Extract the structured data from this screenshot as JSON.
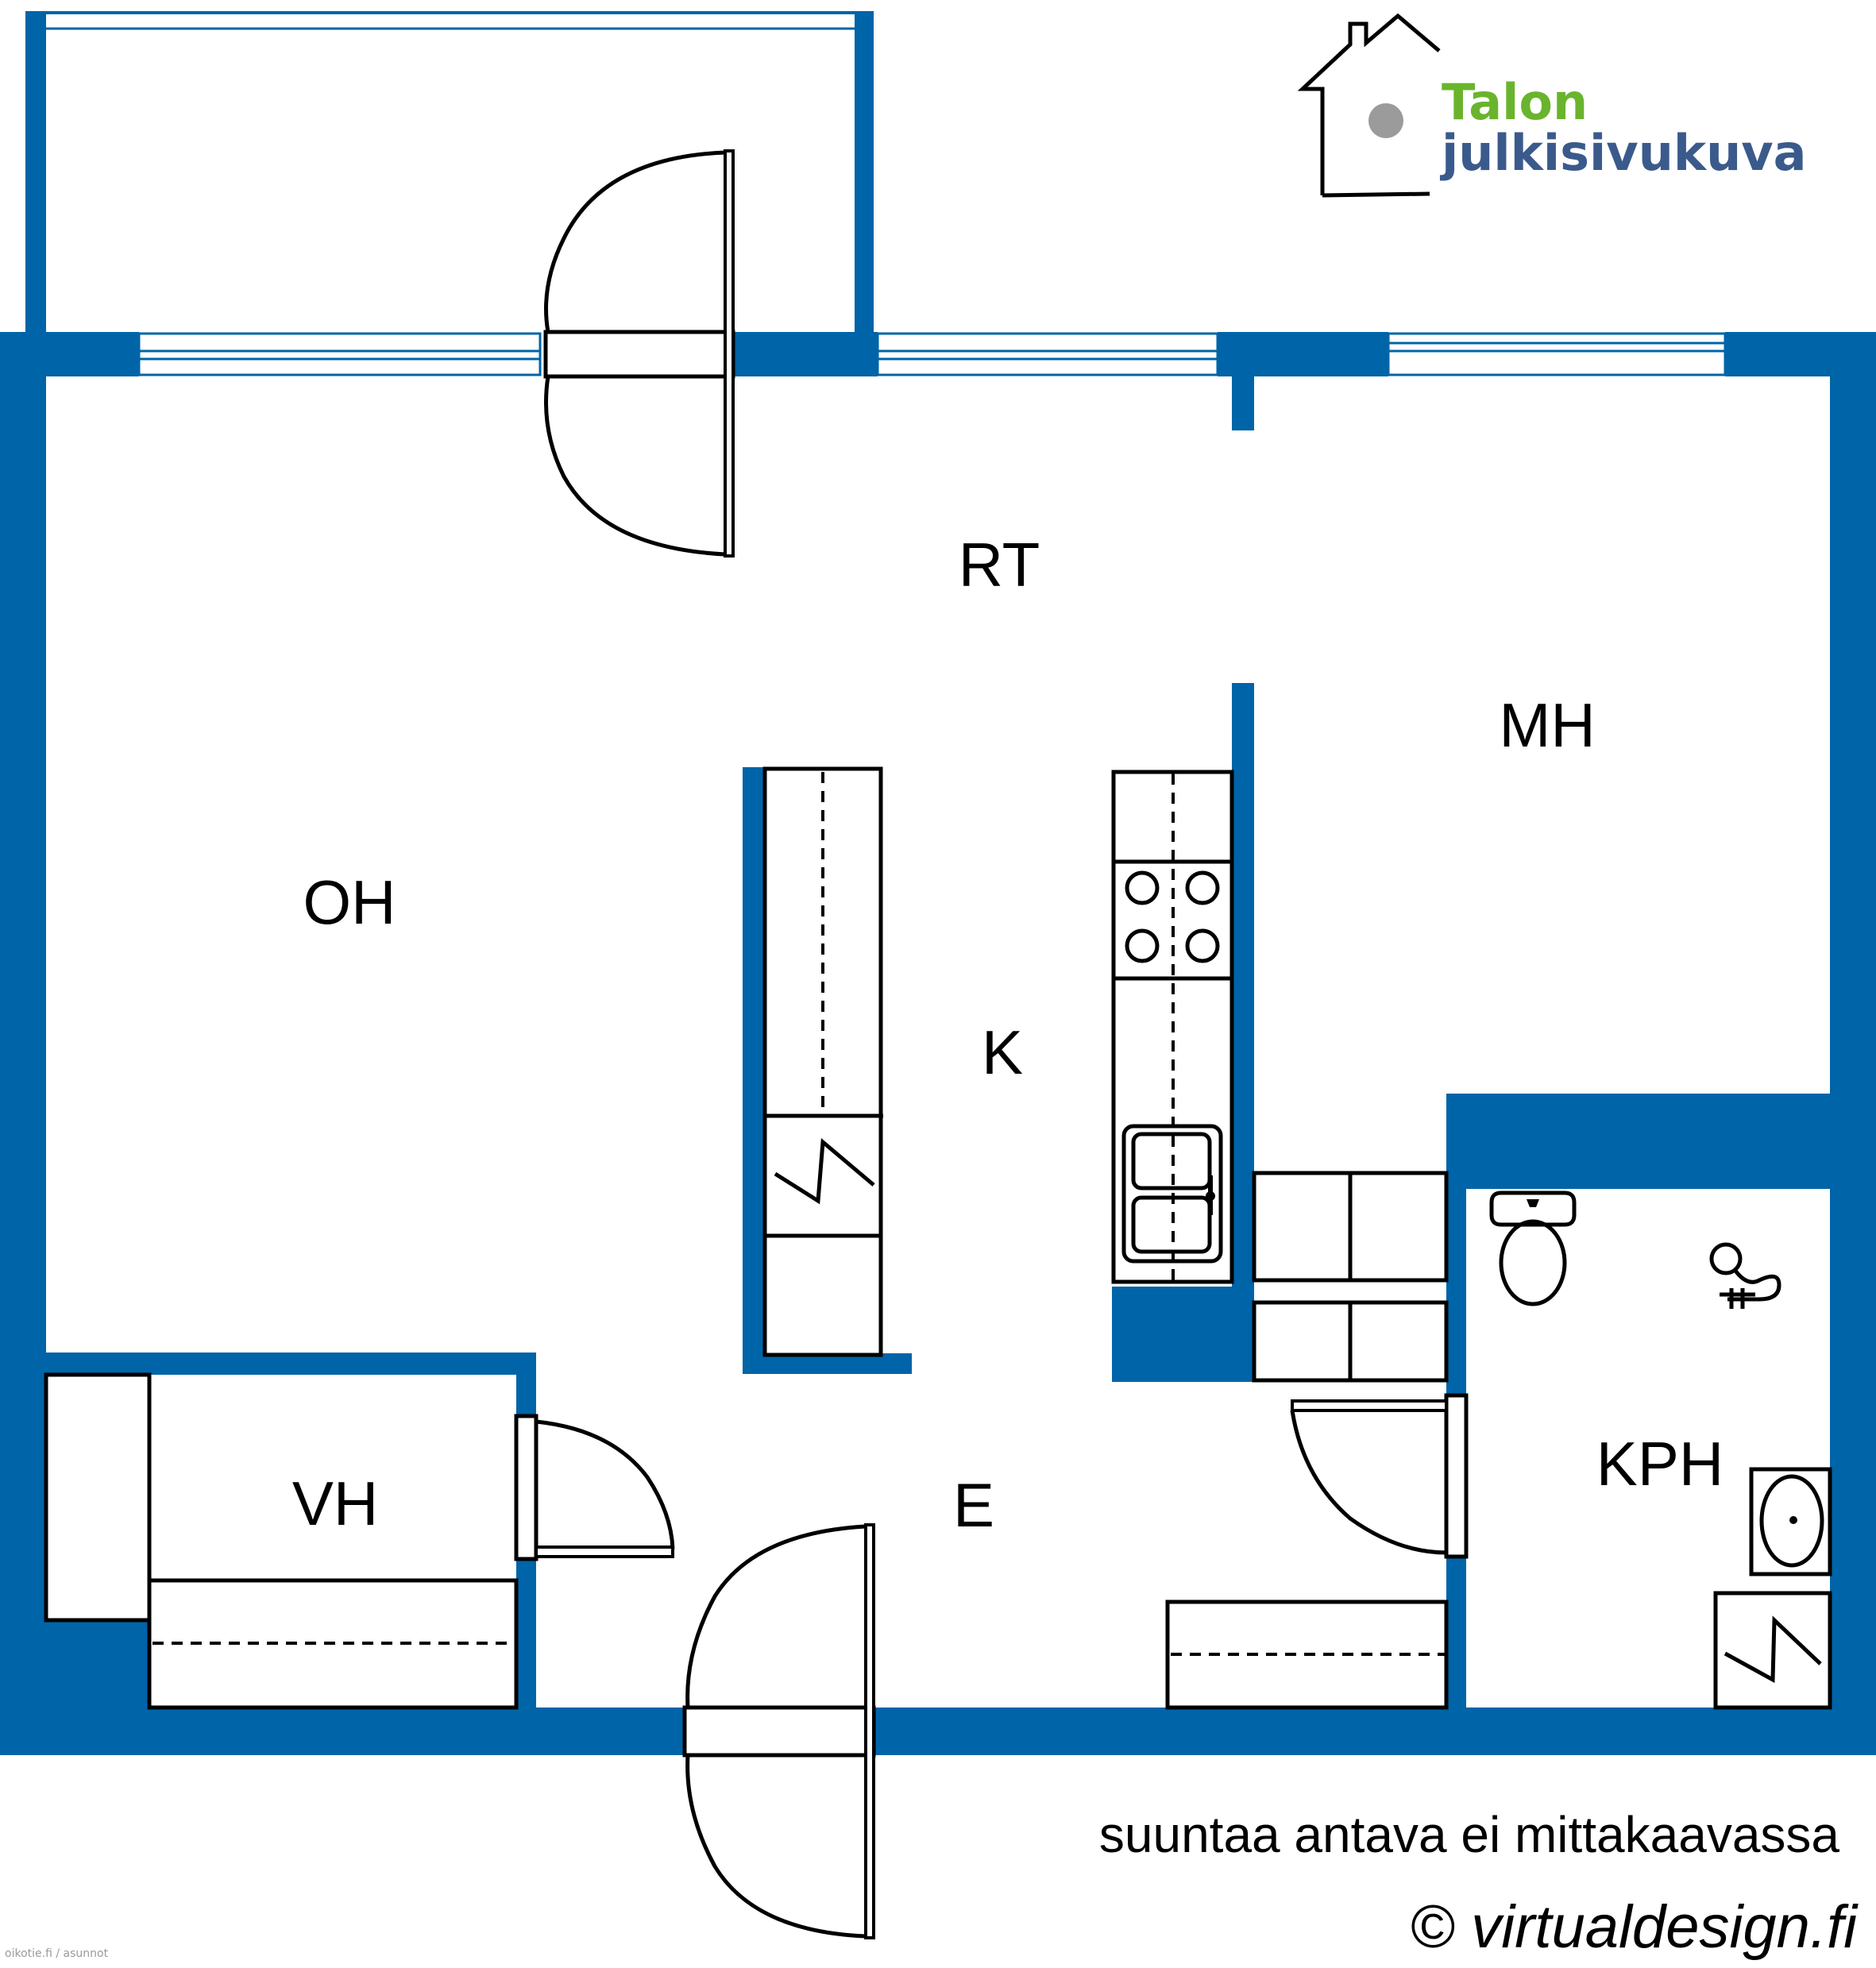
{
  "rooms": {
    "rt": "RT",
    "mh": "MH",
    "oh": "OH",
    "k": "K",
    "vh": "VH",
    "e": "E",
    "kph": "KPH"
  },
  "logo": {
    "line1": "Talon",
    "line2": "julkisivukuva",
    "line1_color": "#6ab42d",
    "line2_color": "#3b5a8c"
  },
  "disclaimer": "suuntaa antava ei mittakaavassa",
  "copyright": "© virtualdesign.fi",
  "watermark": "oikotie.fi / asunnot",
  "colors": {
    "wall": "#0064a8",
    "line": "#000000",
    "background": "#ffffff"
  }
}
